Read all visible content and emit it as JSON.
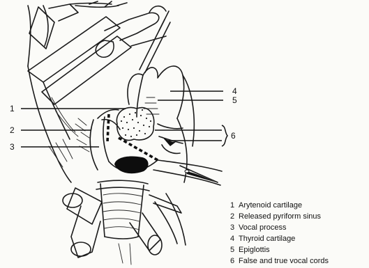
{
  "callouts": [
    "1",
    "2",
    "3",
    "4",
    "5",
    "6"
  ],
  "legend": [
    {
      "num": "1",
      "text": "Arytenoid cartilage"
    },
    {
      "num": "2",
      "text": "Released pyriform sinus"
    },
    {
      "num": "3",
      "text": "Vocal process"
    },
    {
      "num": "4",
      "text": "Thyroid cartilage"
    },
    {
      "num": "5",
      "text": "Epiglottis"
    },
    {
      "num": "6",
      "text": "False and true vocal cords"
    }
  ]
}
